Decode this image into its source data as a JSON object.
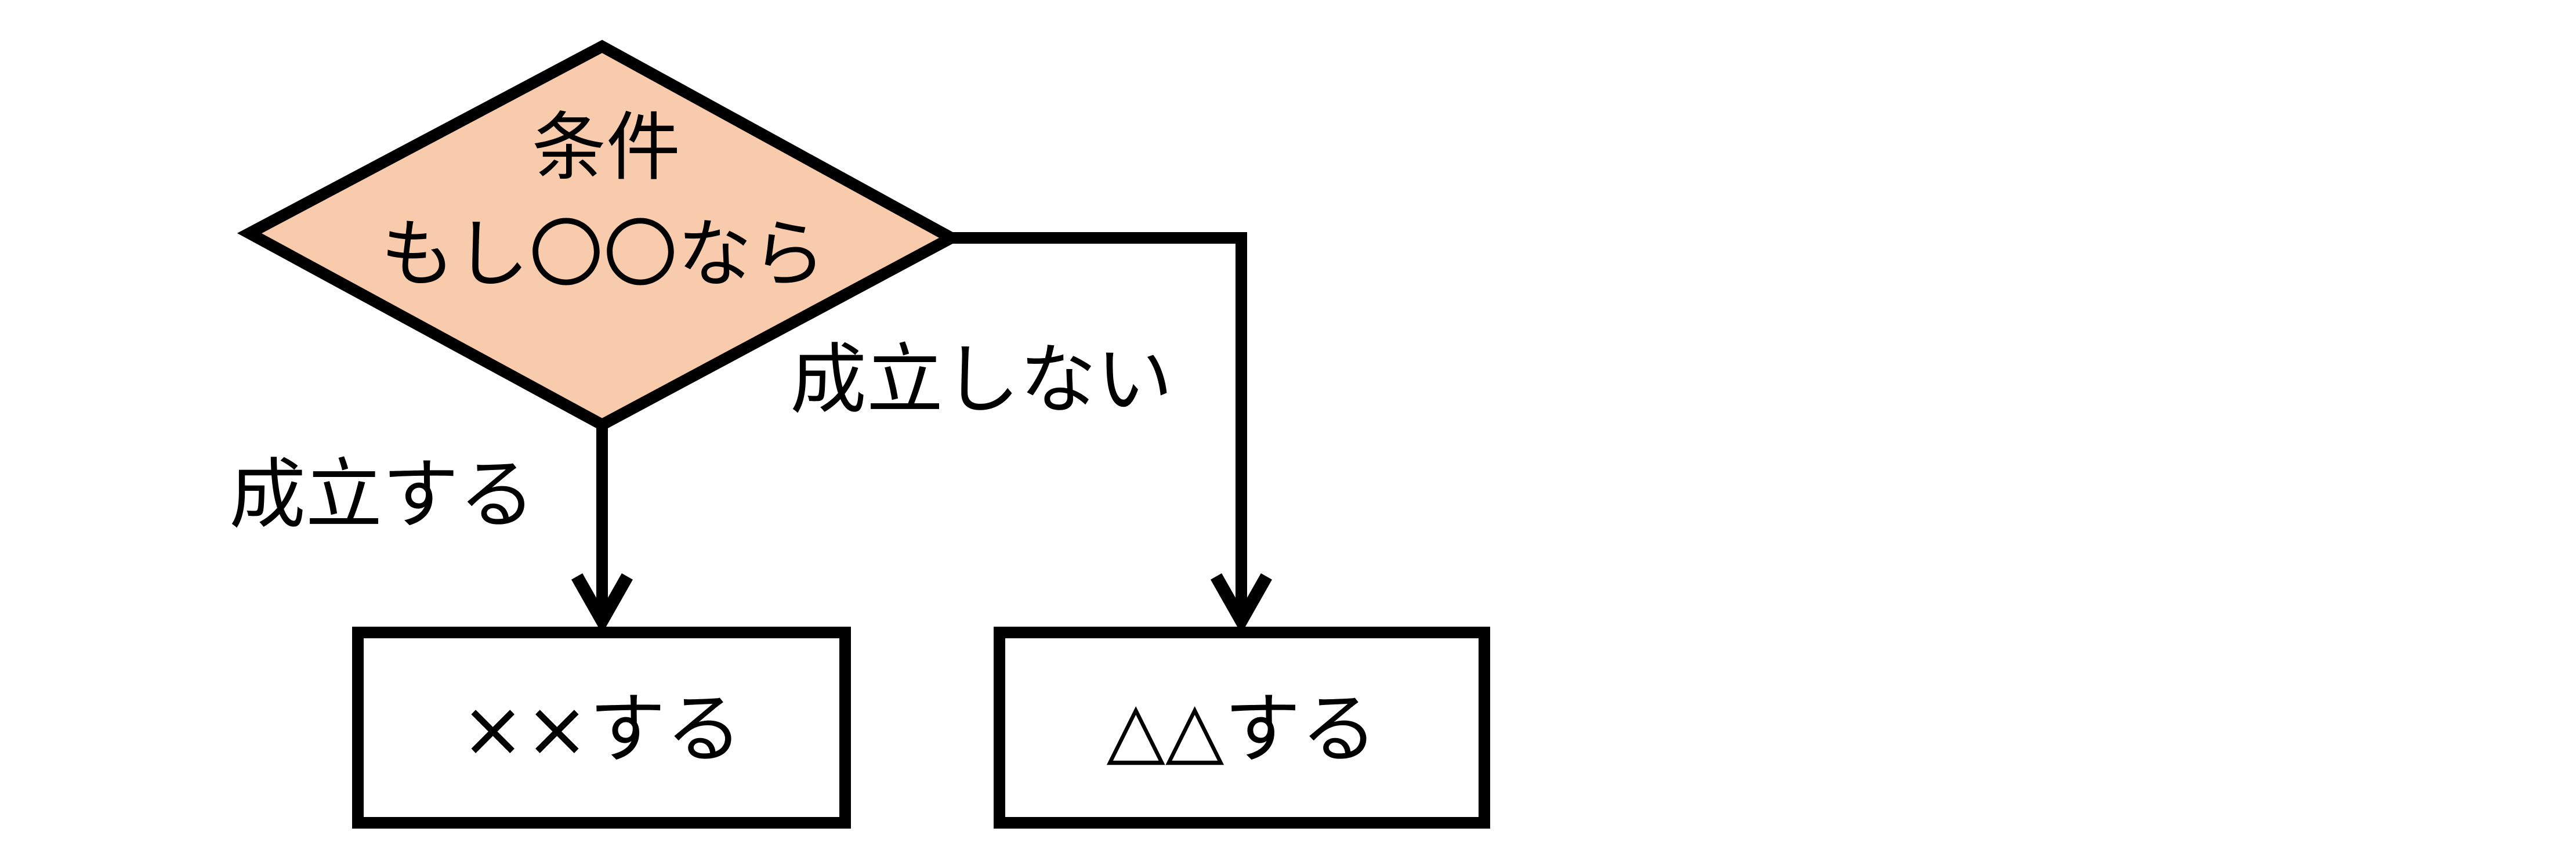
{
  "diagram": {
    "colors": {
      "decision_fill": "#F8CBAD",
      "box_fill": "#FFFFFF",
      "line": "#000000",
      "text": "#000000"
    },
    "decision": {
      "line1": "条件",
      "line2": "もし〇〇なら"
    },
    "branch_true_label": "成立する",
    "branch_false_label": "成立しない",
    "process_true": {
      "label": "××する"
    },
    "process_false": {
      "label": "△△する"
    }
  }
}
